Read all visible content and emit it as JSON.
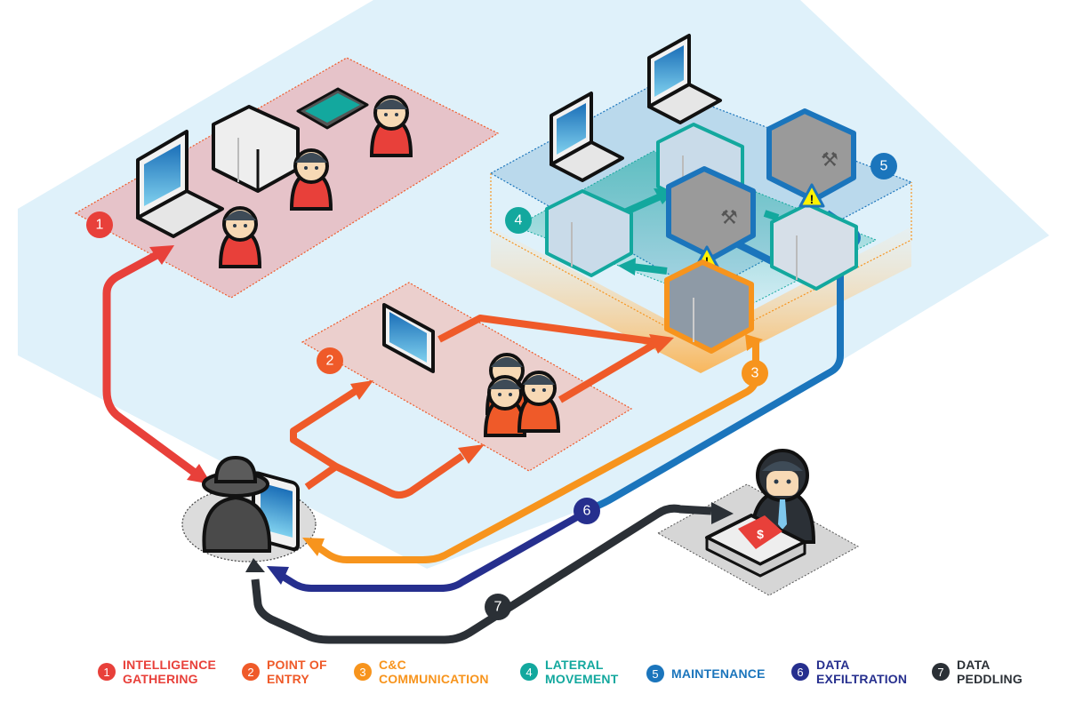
{
  "diagram": {
    "title": "Targeted attack stages",
    "stages": [
      {
        "number": "1",
        "line1": "INTELLIGENCE",
        "line2": "GATHERING",
        "color": "#e8403a"
      },
      {
        "number": "2",
        "line1": "POINT OF",
        "line2": "ENTRY",
        "color": "#ef5a29"
      },
      {
        "number": "3",
        "line1": "C&C",
        "line2": "COMMUNICATION",
        "color": "#f7941d"
      },
      {
        "number": "4",
        "line1": "LATERAL",
        "line2": "MOVEMENT",
        "color": "#13a89e"
      },
      {
        "number": "5",
        "line1": "MAINTENANCE",
        "line2": "",
        "color": "#1b75bc"
      },
      {
        "number": "6",
        "line1": "DATA",
        "line2": "EXFILTRATION",
        "color": "#262f8e"
      },
      {
        "number": "7",
        "line1": "DATA",
        "line2": "PEDDLING",
        "color": "#2b3036"
      }
    ],
    "zones": {
      "network_plane": "#dff1fa",
      "intel_zone": "#e6c3c9",
      "entry_zone": "#ebcfcd",
      "buyer_zone": "#d6d6d6",
      "attacker_zone": "#dcdcdc"
    },
    "nodes": [
      {
        "id": "attacker",
        "label": "attacker-with-computer",
        "icon": "hat-spy-icon"
      },
      {
        "id": "buyer",
        "label": "data-buyer",
        "icon": "businessman-icon"
      },
      {
        "id": "intel-laptop",
        "icon": "laptop-icon"
      },
      {
        "id": "intel-servers",
        "icon": "server-icon"
      },
      {
        "id": "intel-tablet",
        "icon": "tablet-icon"
      },
      {
        "id": "intel-person-1",
        "icon": "person-icon"
      },
      {
        "id": "intel-person-2",
        "icon": "person-icon"
      },
      {
        "id": "intel-person-3",
        "icon": "person-icon"
      },
      {
        "id": "entry-monitor",
        "icon": "monitor-icon"
      },
      {
        "id": "entry-group",
        "icon": "people-group-icon"
      },
      {
        "id": "network-laptop-1",
        "icon": "laptop-icon"
      },
      {
        "id": "network-laptop-2",
        "icon": "laptop-icon"
      },
      {
        "id": "network-server-a",
        "icon": "server-icon"
      },
      {
        "id": "network-server-b",
        "icon": "server-icon"
      },
      {
        "id": "network-server-c",
        "icon": "server-icon"
      },
      {
        "id": "maint-server-1",
        "icon": "maintenance-server-icon"
      },
      {
        "id": "maint-server-2",
        "icon": "maintenance-server-icon"
      },
      {
        "id": "cc-server",
        "icon": "server-icon"
      }
    ]
  }
}
